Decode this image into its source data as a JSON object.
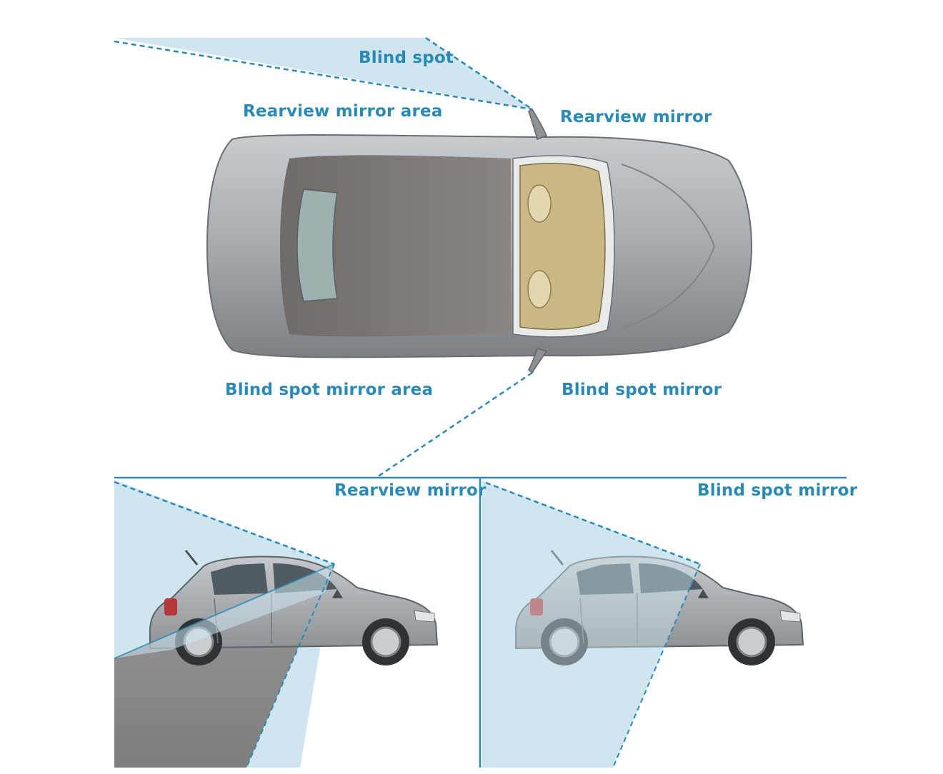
{
  "colors": {
    "zone_fill": "#cfe6f0",
    "line": "#2a8ab4",
    "label": "#2a8ab4",
    "car_body": "#a9acb0",
    "roof": "#7a7572",
    "interior": "#c9b883",
    "window": "#5a6a70",
    "ground_shadow": "#8c8c8c"
  },
  "labels": {
    "blind_spot": "Blind spot",
    "rearview_mirror_area": "Rearview mirror area",
    "rearview_mirror_top": "Rearview mirror",
    "blind_spot_mirror_area": "Blind spot mirror area",
    "blind_spot_mirror_top": "Blind spot mirror",
    "rearview_mirror_panel": "Rearview mirror",
    "blind_spot_mirror_panel": "Blind spot mirror"
  },
  "icons": {
    "top_car": "top-view-car-icon",
    "side_car": "hatchback-side-view-icon"
  }
}
